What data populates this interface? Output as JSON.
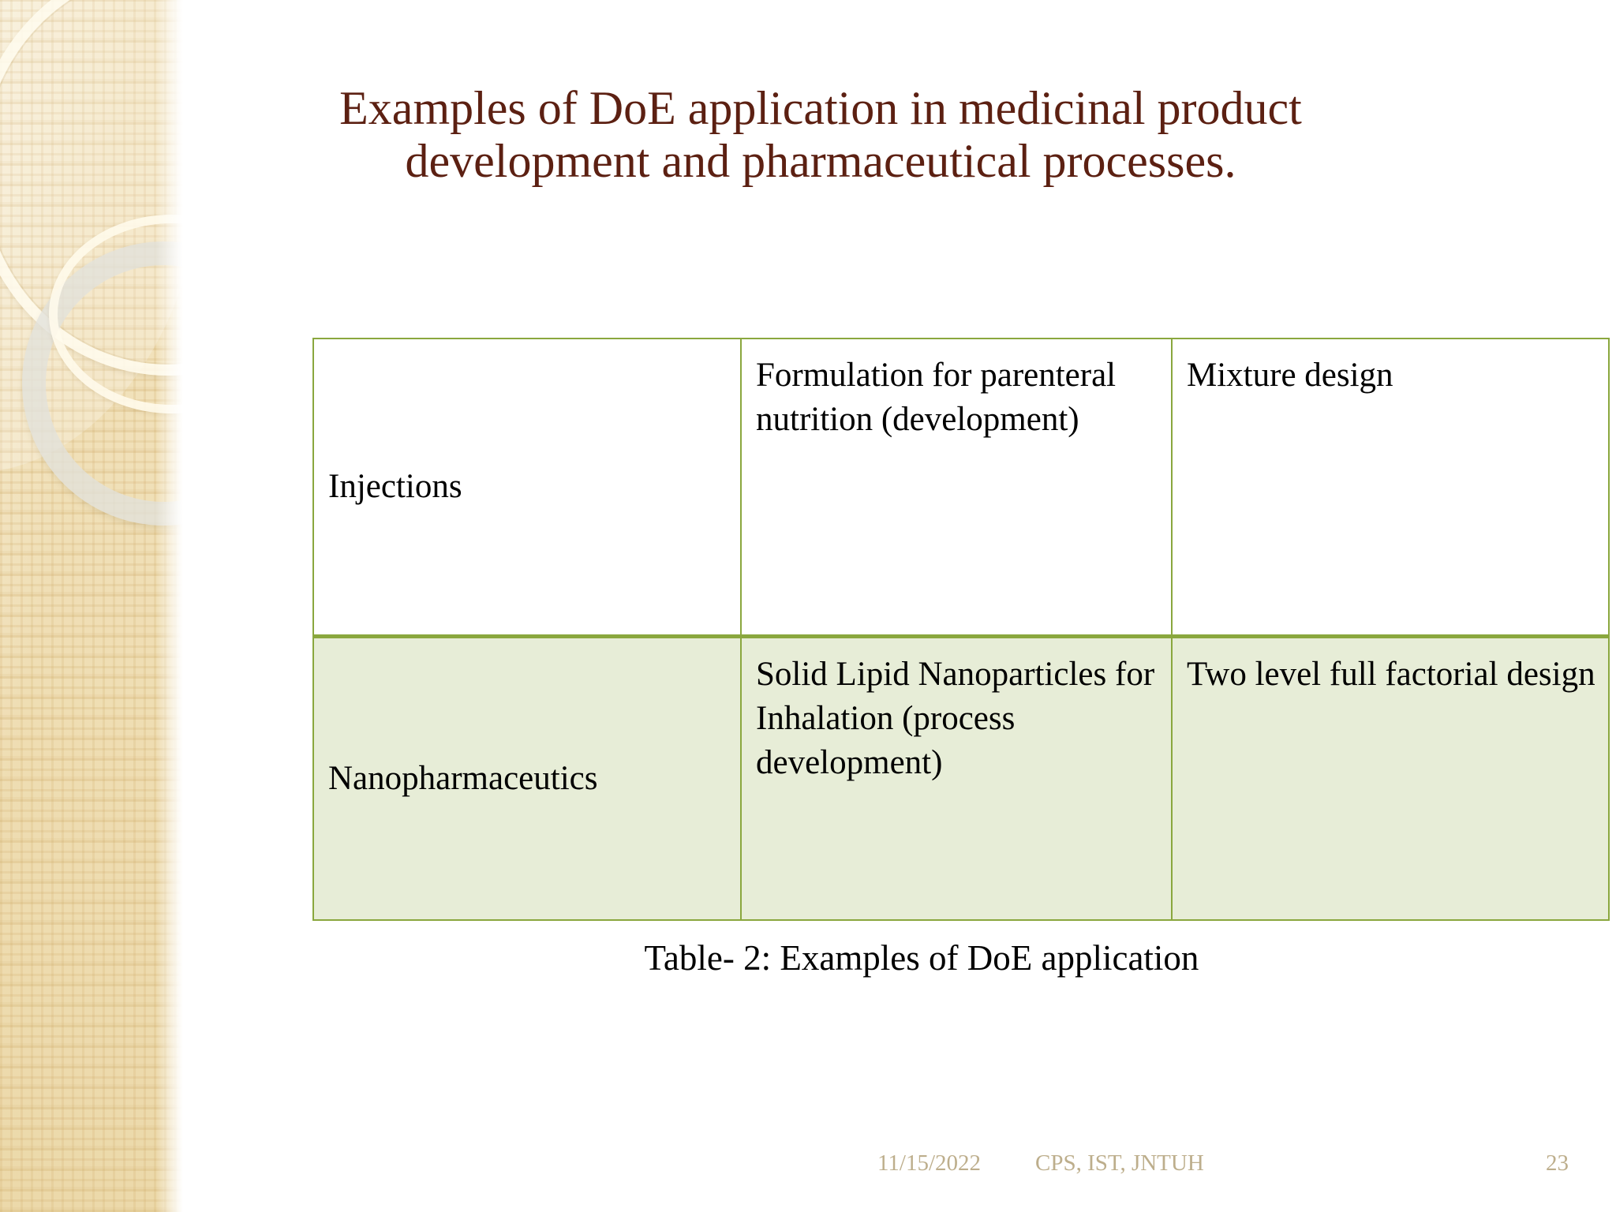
{
  "slide": {
    "title": "Examples of DoE application in medicinal product development and pharmaceutical processes.",
    "title_color": "#5C2012",
    "background_color": "#FFFFFF"
  },
  "table": {
    "border_color": "#8AA73E",
    "tinted_row_color": "#E7EDD7",
    "rows": [
      {
        "shaded": false,
        "cells": [
          "Injections",
          "Formulation for parenteral nutrition (development)",
          "Mixture design"
        ]
      },
      {
        "shaded": true,
        "cells": [
          "Nanopharmaceutics",
          "Solid Lipid Nanoparticles for Inhalation (process development)",
          "Two level full factorial design"
        ]
      }
    ]
  },
  "caption": "Table- 2: Examples of DoE application",
  "footer": {
    "date": "11/15/2022",
    "organization": "CPS, IST, JNTUH",
    "page_number": "23",
    "color": "#BDAE8C"
  },
  "decoration": {
    "band_base_color": "#F0DFB6",
    "ring_light_color": "#FFFBEC",
    "ring_grey_color": "#E2E2DB"
  }
}
